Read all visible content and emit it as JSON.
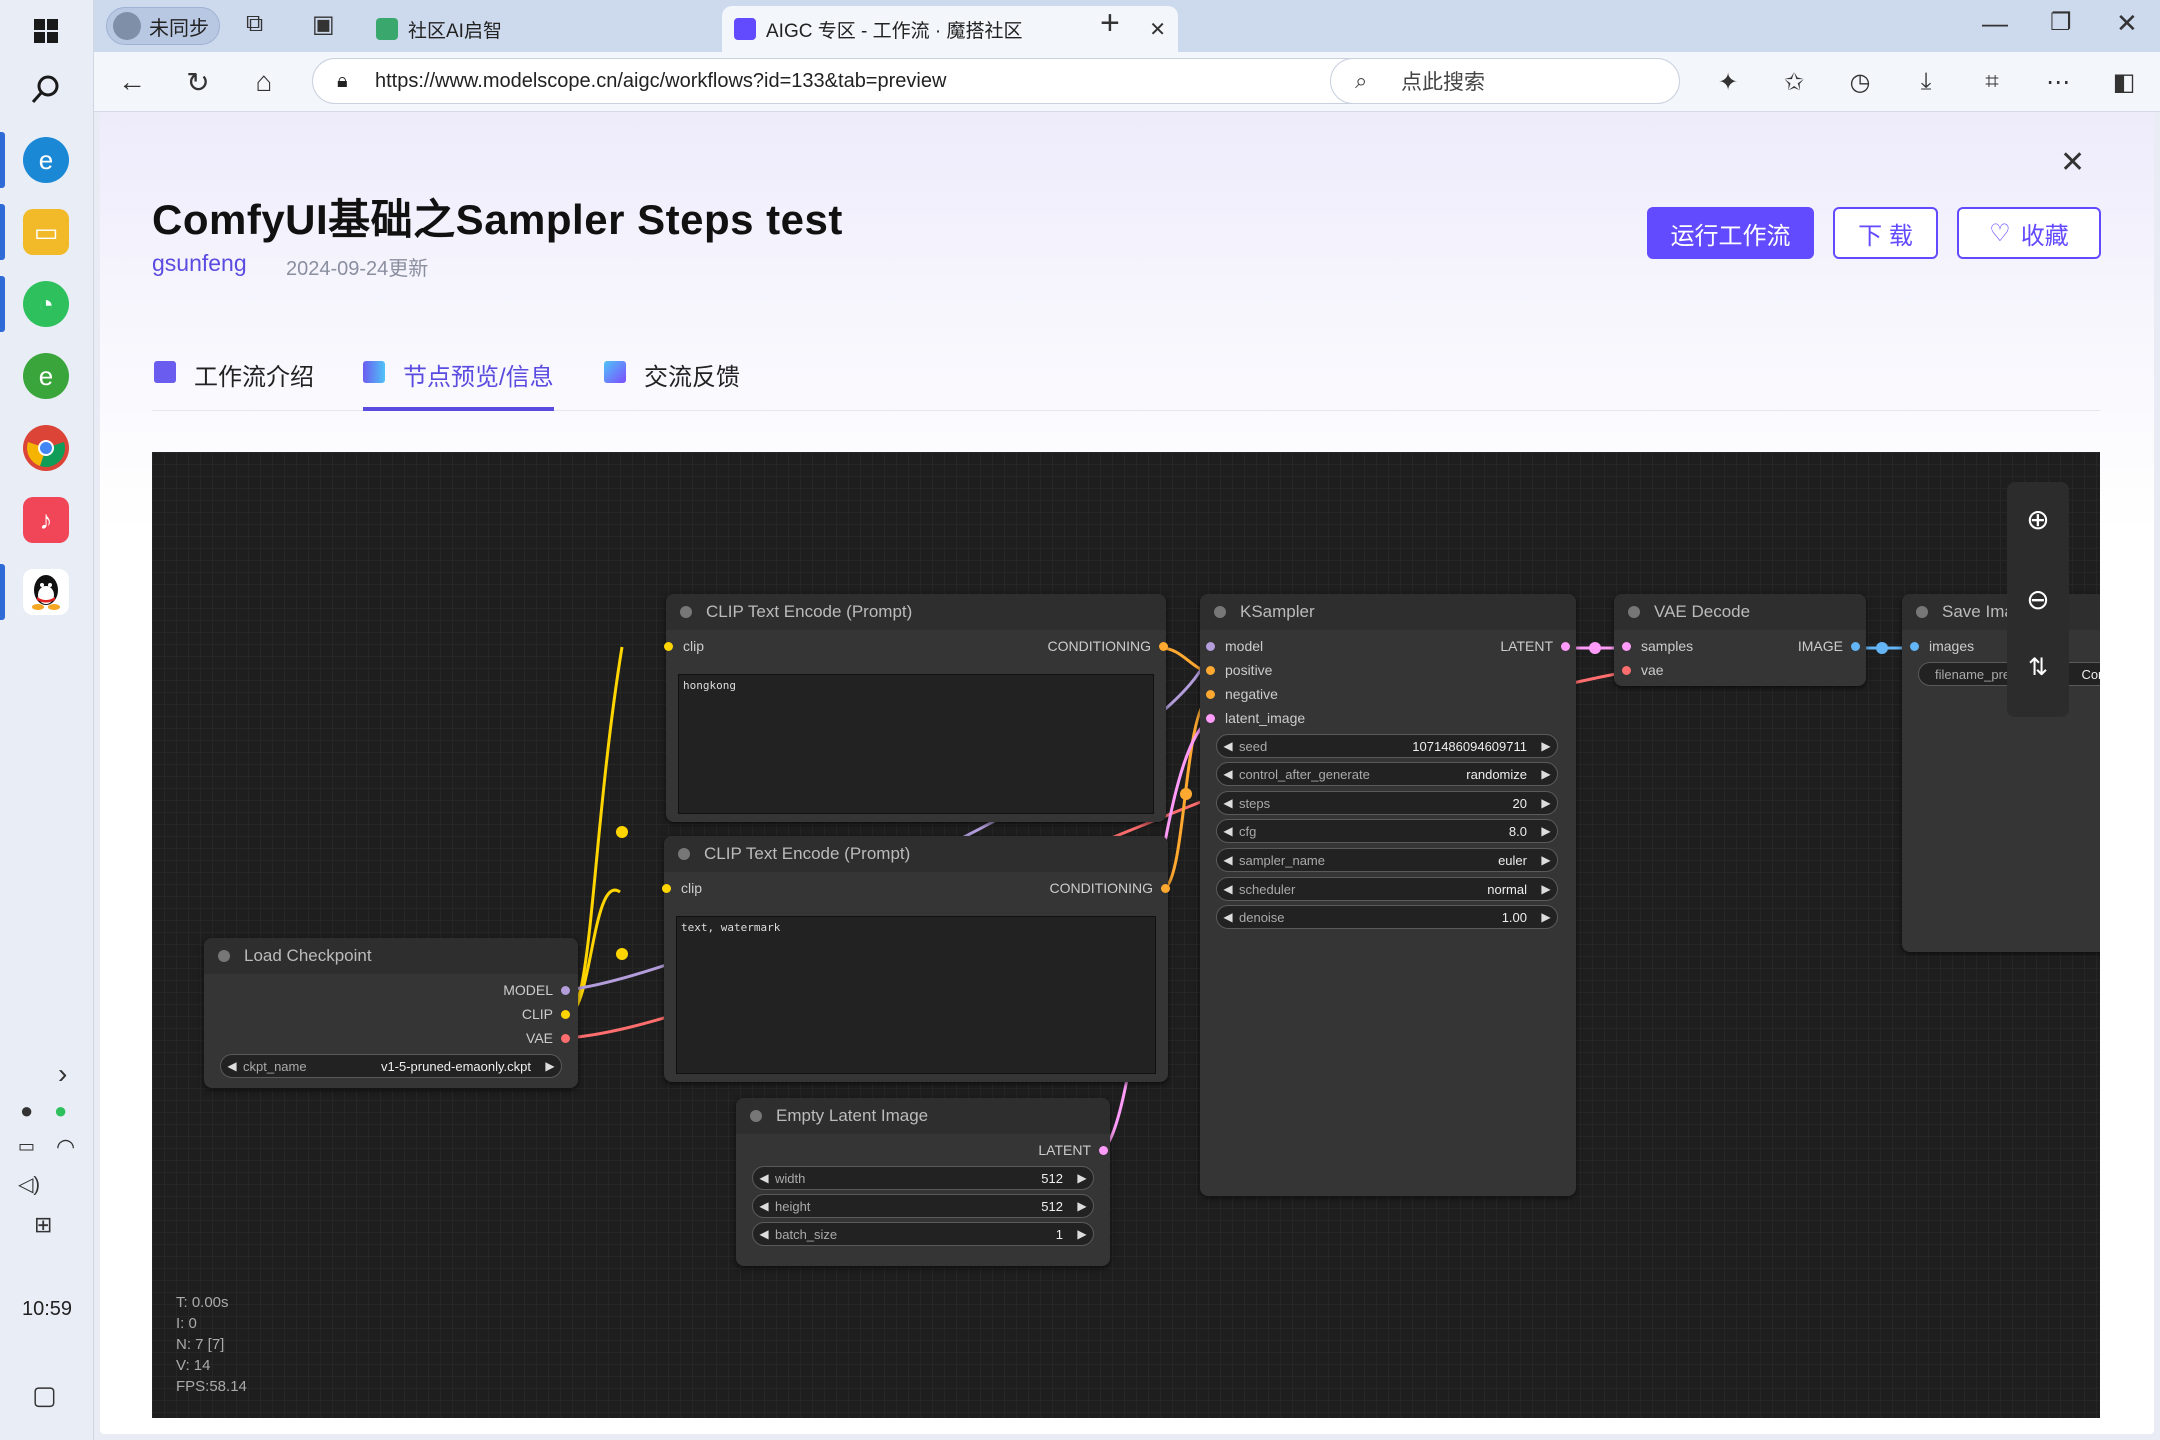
{
  "taskbar": {
    "clock": "10:59",
    "expand_glyph": "›",
    "apps": [
      {
        "icon": "windows-start-icon",
        "color": "#1a1a1a"
      },
      {
        "icon": "search-icon",
        "color": "#1a1a1a"
      },
      {
        "icon": "edge-icon",
        "color": "#1b88d6"
      },
      {
        "icon": "file-explorer-icon",
        "color": "#f2b929"
      },
      {
        "icon": "wechat-icon",
        "color": "#2dc05c"
      },
      {
        "icon": "ie-browser-icon",
        "color": "#3aa53a"
      },
      {
        "icon": "chrome-icon",
        "color": "#db4437"
      },
      {
        "icon": "music-app-icon",
        "color": "#f04657"
      },
      {
        "icon": "qq-icon",
        "color": "#111111"
      }
    ]
  },
  "browser": {
    "profile_label": "未同步",
    "tabs": [
      {
        "title": "社区AI启智",
        "active": false
      },
      {
        "title": "AIGC 专区 - 工作流 · 魔搭社区",
        "active": true
      }
    ],
    "url": "https://www.modelscope.cn/aigc/workflows?id=133&tab=preview",
    "search_placeholder": "点此搜索",
    "new_tab_glyph": "+",
    "close_glyph": "✕"
  },
  "page": {
    "title": "ComfyUI基础之Sampler Steps test",
    "author": "gsunfeng",
    "updated": "2024-09-24更新",
    "buttons": {
      "run": "运行工作流",
      "download": "下 载",
      "favorite": "收藏"
    },
    "tabs": [
      {
        "label": "工作流介绍",
        "active": false
      },
      {
        "label": "节点预览/信息",
        "active": true
      },
      {
        "label": "交流反馈",
        "active": false
      }
    ],
    "accent": "#624aff"
  },
  "canvas": {
    "stats": [
      "T: 0.00s",
      "I: 0",
      "N: 7 [7]",
      "V: 14",
      "FPS:58.14"
    ],
    "nodes": {
      "clip1": {
        "title": "CLIP Text Encode (Prompt)",
        "in": "clip",
        "out": "CONDITIONING",
        "text": "hongkong"
      },
      "clip2": {
        "title": "CLIP Text Encode (Prompt)",
        "in": "clip",
        "out": "CONDITIONING",
        "text": "text, watermark"
      },
      "checkpoint": {
        "title": "Load Checkpoint",
        "outputs": [
          "MODEL",
          "CLIP",
          "VAE"
        ],
        "widget_label": "ckpt_name",
        "widget_value": "v1-5-pruned-emaonly.ckpt"
      },
      "latent": {
        "title": "Empty Latent Image",
        "out": "LATENT",
        "widgets": [
          {
            "label": "width",
            "value": "512"
          },
          {
            "label": "height",
            "value": "512"
          },
          {
            "label": "batch_size",
            "value": "1"
          }
        ]
      },
      "ksampler": {
        "title": "KSampler",
        "inputs": [
          "model",
          "positive",
          "negative",
          "latent_image"
        ],
        "out": "LATENT",
        "widgets": [
          {
            "label": "seed",
            "value": "1071486094609711"
          },
          {
            "label": "control_after_generate",
            "value": "randomize"
          },
          {
            "label": "steps",
            "value": "20"
          },
          {
            "label": "cfg",
            "value": "8.0"
          },
          {
            "label": "sampler_name",
            "value": "euler"
          },
          {
            "label": "scheduler",
            "value": "normal"
          },
          {
            "label": "denoise",
            "value": "1.00"
          }
        ]
      },
      "vae": {
        "title": "VAE Decode",
        "inputs": [
          "samples",
          "vae"
        ],
        "out": "IMAGE"
      },
      "save": {
        "title": "Save Image",
        "in": "images",
        "widget_label": "filename_prefix",
        "widget_value": "Comfy"
      }
    },
    "slot_colors": {
      "model": "#b39ddb",
      "clip": "#ffd500",
      "vae": "#ff6e6e",
      "conditioning": "#ffa931",
      "latent": "#ff9cf9",
      "image": "#64b5f6"
    }
  }
}
